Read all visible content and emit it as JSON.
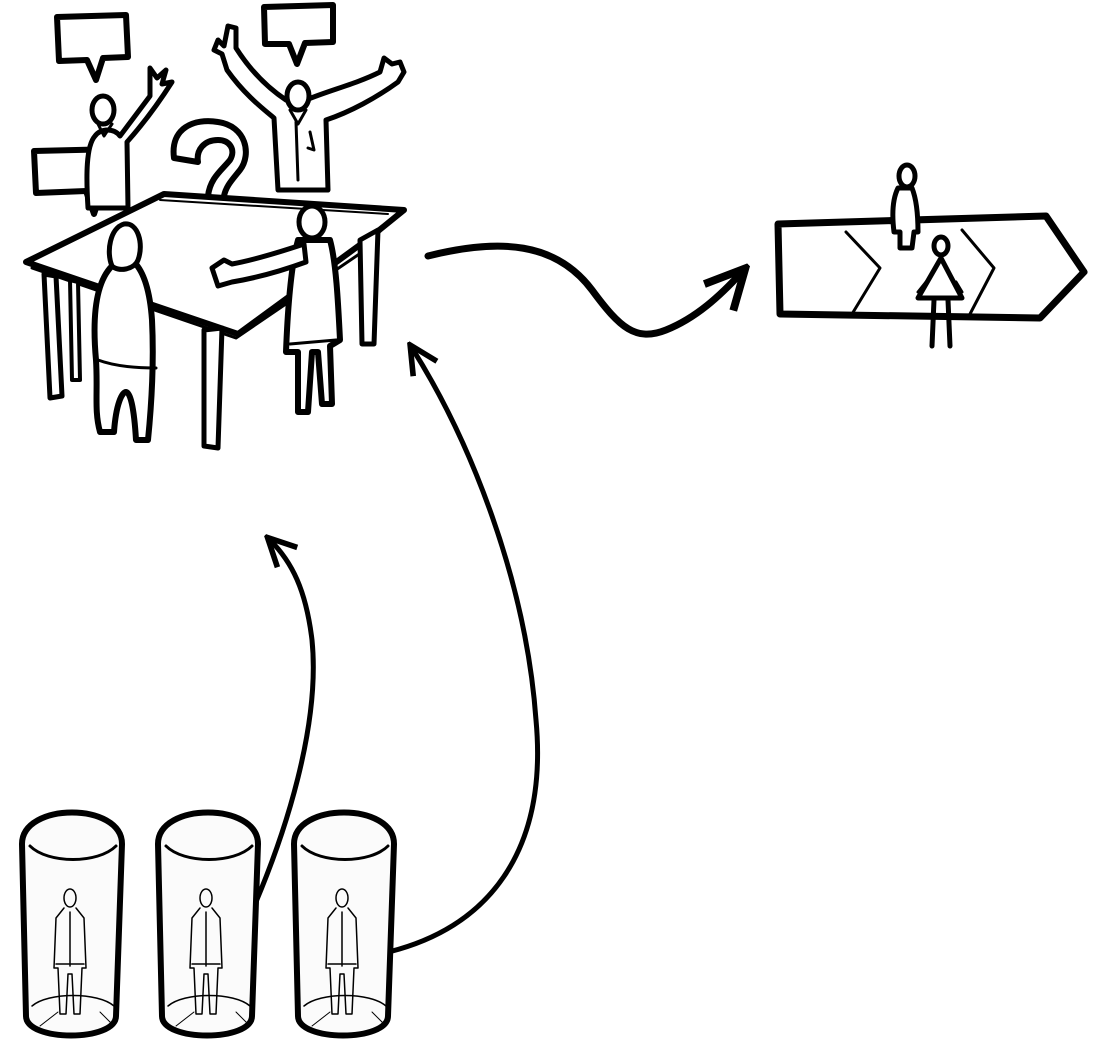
{
  "colors": {
    "ink": "#000000",
    "paper": "#ffffff"
  },
  "scene": {
    "groups": [
      {
        "name": "meeting-table-group",
        "icon": "people-discussing-icon"
      },
      {
        "name": "direction-sign",
        "icon": "chevron-arrow-sign-icon"
      },
      {
        "name": "person-capsules",
        "icon": "person-in-capsule-icon",
        "count": 3
      }
    ],
    "connectors": [
      {
        "name": "arrow-table-to-sign",
        "from": "meeting-table-group",
        "to": "direction-sign"
      },
      {
        "name": "arrow-capsule-2-to-table",
        "from": "person-capsule-2",
        "to": "meeting-table-group"
      },
      {
        "name": "arrow-capsule-3-to-table",
        "from": "person-capsule-3",
        "to": "meeting-table-group"
      }
    ]
  }
}
